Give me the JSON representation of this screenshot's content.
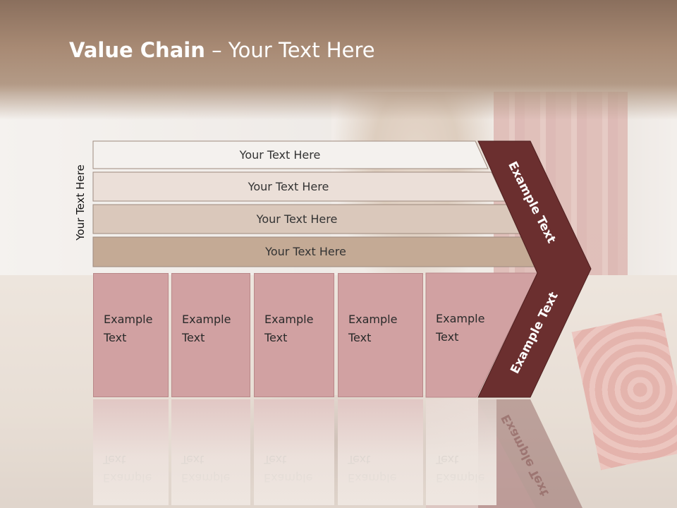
{
  "slide": {
    "title_bold": "Value Chain",
    "title_rest": " – Your Text Here",
    "side_label": "Your Text Here"
  },
  "bars": [
    {
      "label": "Your Text Here",
      "fill": "#f4f1ee"
    },
    {
      "label": "Your Text Here",
      "fill": "#ebdfd8"
    },
    {
      "label": "Your Text Here",
      "fill": "#dac8bb"
    },
    {
      "label": "Your Text Here",
      "fill": "#c4aa95"
    }
  ],
  "boxes": [
    {
      "line1": "Example",
      "line2": "Text"
    },
    {
      "line1": "Example",
      "line2": "Text"
    },
    {
      "line1": "Example",
      "line2": "Text"
    },
    {
      "line1": "Example",
      "line2": "Text"
    },
    {
      "line1": "Example",
      "line2": "Text"
    }
  ],
  "chevron": {
    "upper_label": "Example Text",
    "lower_label": "Example Text",
    "fill": "#6b2f2f"
  },
  "colors": {
    "box_fill": "#d1a1a2",
    "header": "#a88a74"
  }
}
